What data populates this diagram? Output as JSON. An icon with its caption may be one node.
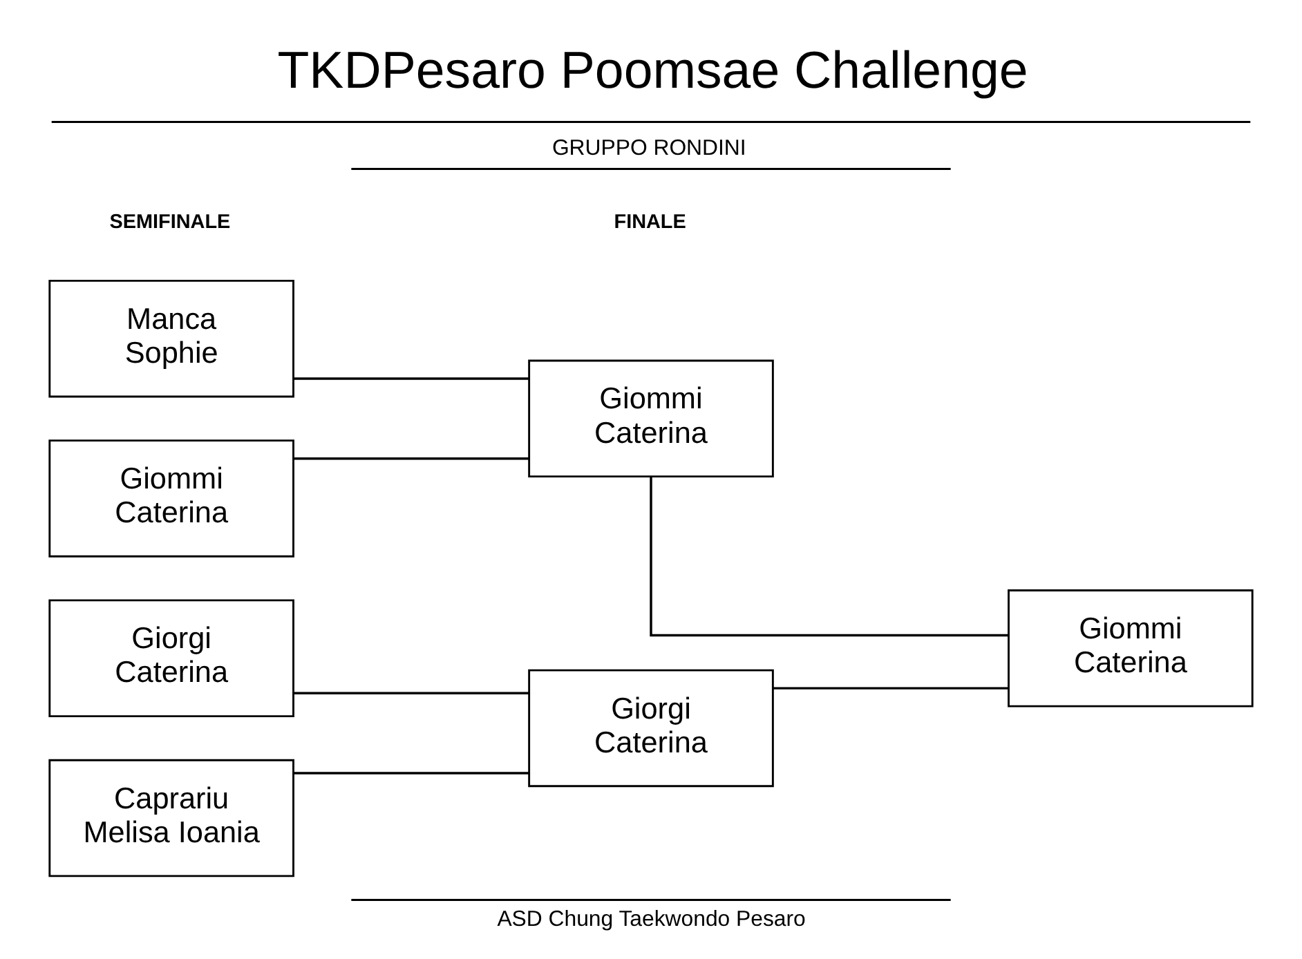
{
  "diagram": {
    "title": "TKDPesaro Poomsae Challenge",
    "nodes": [
      {
        "text": [
          "Manca Sophie"
        ]
      },
      {
        "text": [
          "Giommi Caterina"
        ]
      },
      {
        "text": [
          "Giorgi Caterina"
        ]
      },
      {
        "text": [
          "Caprariu Melisa Ioania"
        ]
      },
      {
        "text": [
          "Giommi Caterina"
        ]
      },
      {
        "text": [
          "Giorgi Caterina"
        ]
      },
      {
        "text": [
          "Giommi Caterina"
        ]
      }
    ],
    "edges": [
      {
        "from": 0,
        "to": 4,
        "arrow": "none"
      },
      {
        "from": 1,
        "to": 4,
        "arrow": "none"
      },
      {
        "from": 2,
        "to": 5,
        "arrow": "none"
      },
      {
        "from": 3,
        "to": 5,
        "arrow": "none"
      },
      {
        "from": 4,
        "to": 6,
        "arrow": "none"
      },
      {
        "from": 5,
        "to": 6,
        "arrow": "none"
      }
    ],
    "labels": [
      "GRUPPO RONDINI",
      "SEMIFINALE",
      "FINALE",
      "ASD Chung Taekwondo Pesaro"
    ]
  }
}
